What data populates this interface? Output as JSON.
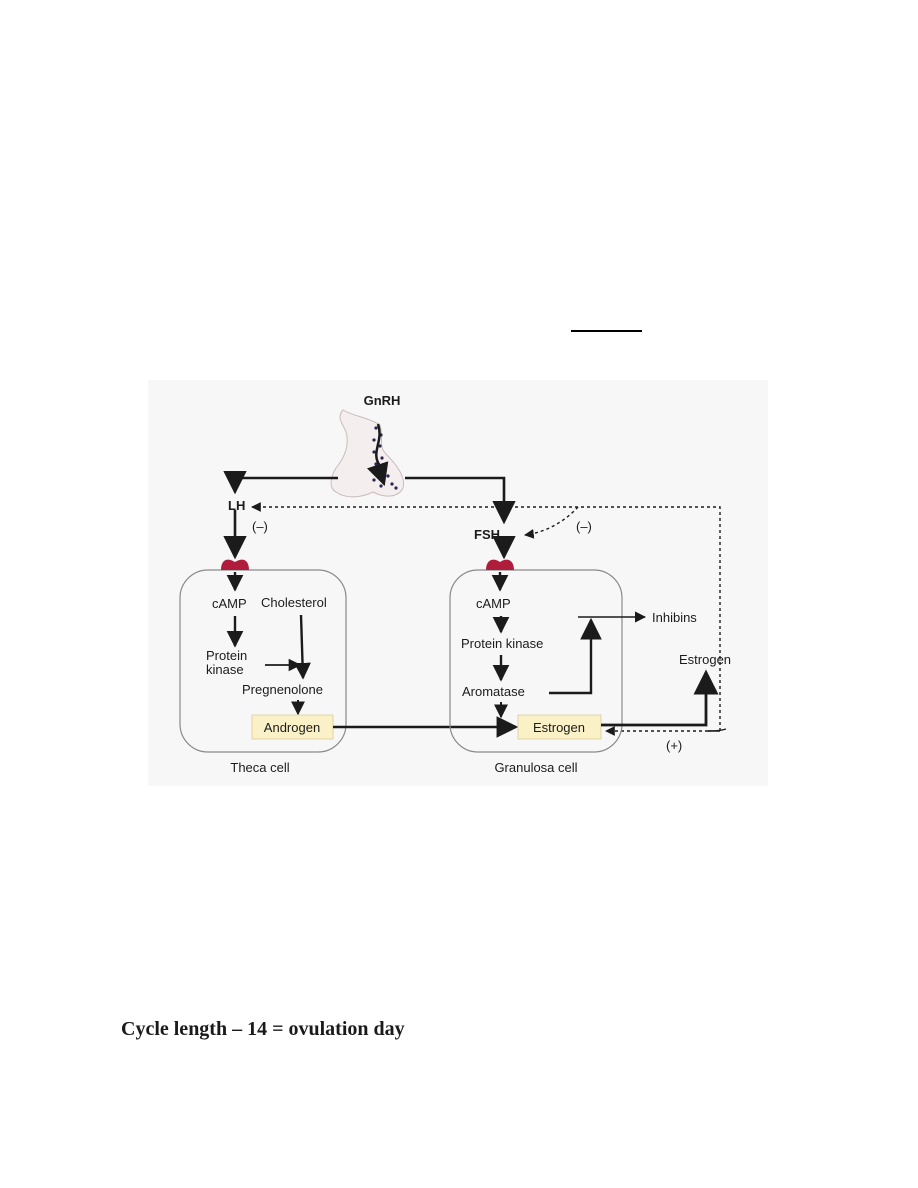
{
  "diagram": {
    "gnrh": "GnRH",
    "lh": "LH",
    "fsh": "FSH",
    "lh_feedback": "(–)",
    "fsh_feedback": "(–)",
    "positive_feedback": "(+)",
    "theca": {
      "camp": "cAMP",
      "cholesterol": "Cholesterol",
      "protein_kinase_line1": "Protein",
      "protein_kinase_line2": "kinase",
      "pregnenolone": "Pregnenolone",
      "androgen": "Androgen",
      "caption": "Theca cell"
    },
    "granulosa": {
      "camp": "cAMP",
      "protein_kinase": "Protein kinase",
      "aromatase": "Aromatase",
      "estrogen": "Estrogen",
      "caption": "Granulosa cell"
    },
    "inhibins": "Inhibins",
    "estrogen_out": "Estrogen"
  },
  "footer": {
    "text": "Cycle length – 14 = ovulation day"
  },
  "colors": {
    "receptor": "#b01d3c",
    "hormone_box": "#fbf1c7",
    "pituitary": "#f4eeee"
  }
}
